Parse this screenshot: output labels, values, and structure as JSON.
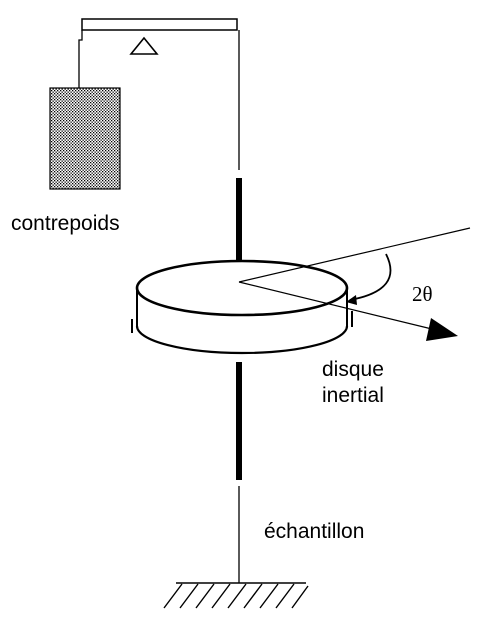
{
  "labels": {
    "counterweight": "contrepoids",
    "disk_line1": "disque",
    "disk_line2": "inertial",
    "sample": "échantillon",
    "angle": "2θ"
  },
  "colors": {
    "stroke": "#000000",
    "background": "#ffffff"
  }
}
